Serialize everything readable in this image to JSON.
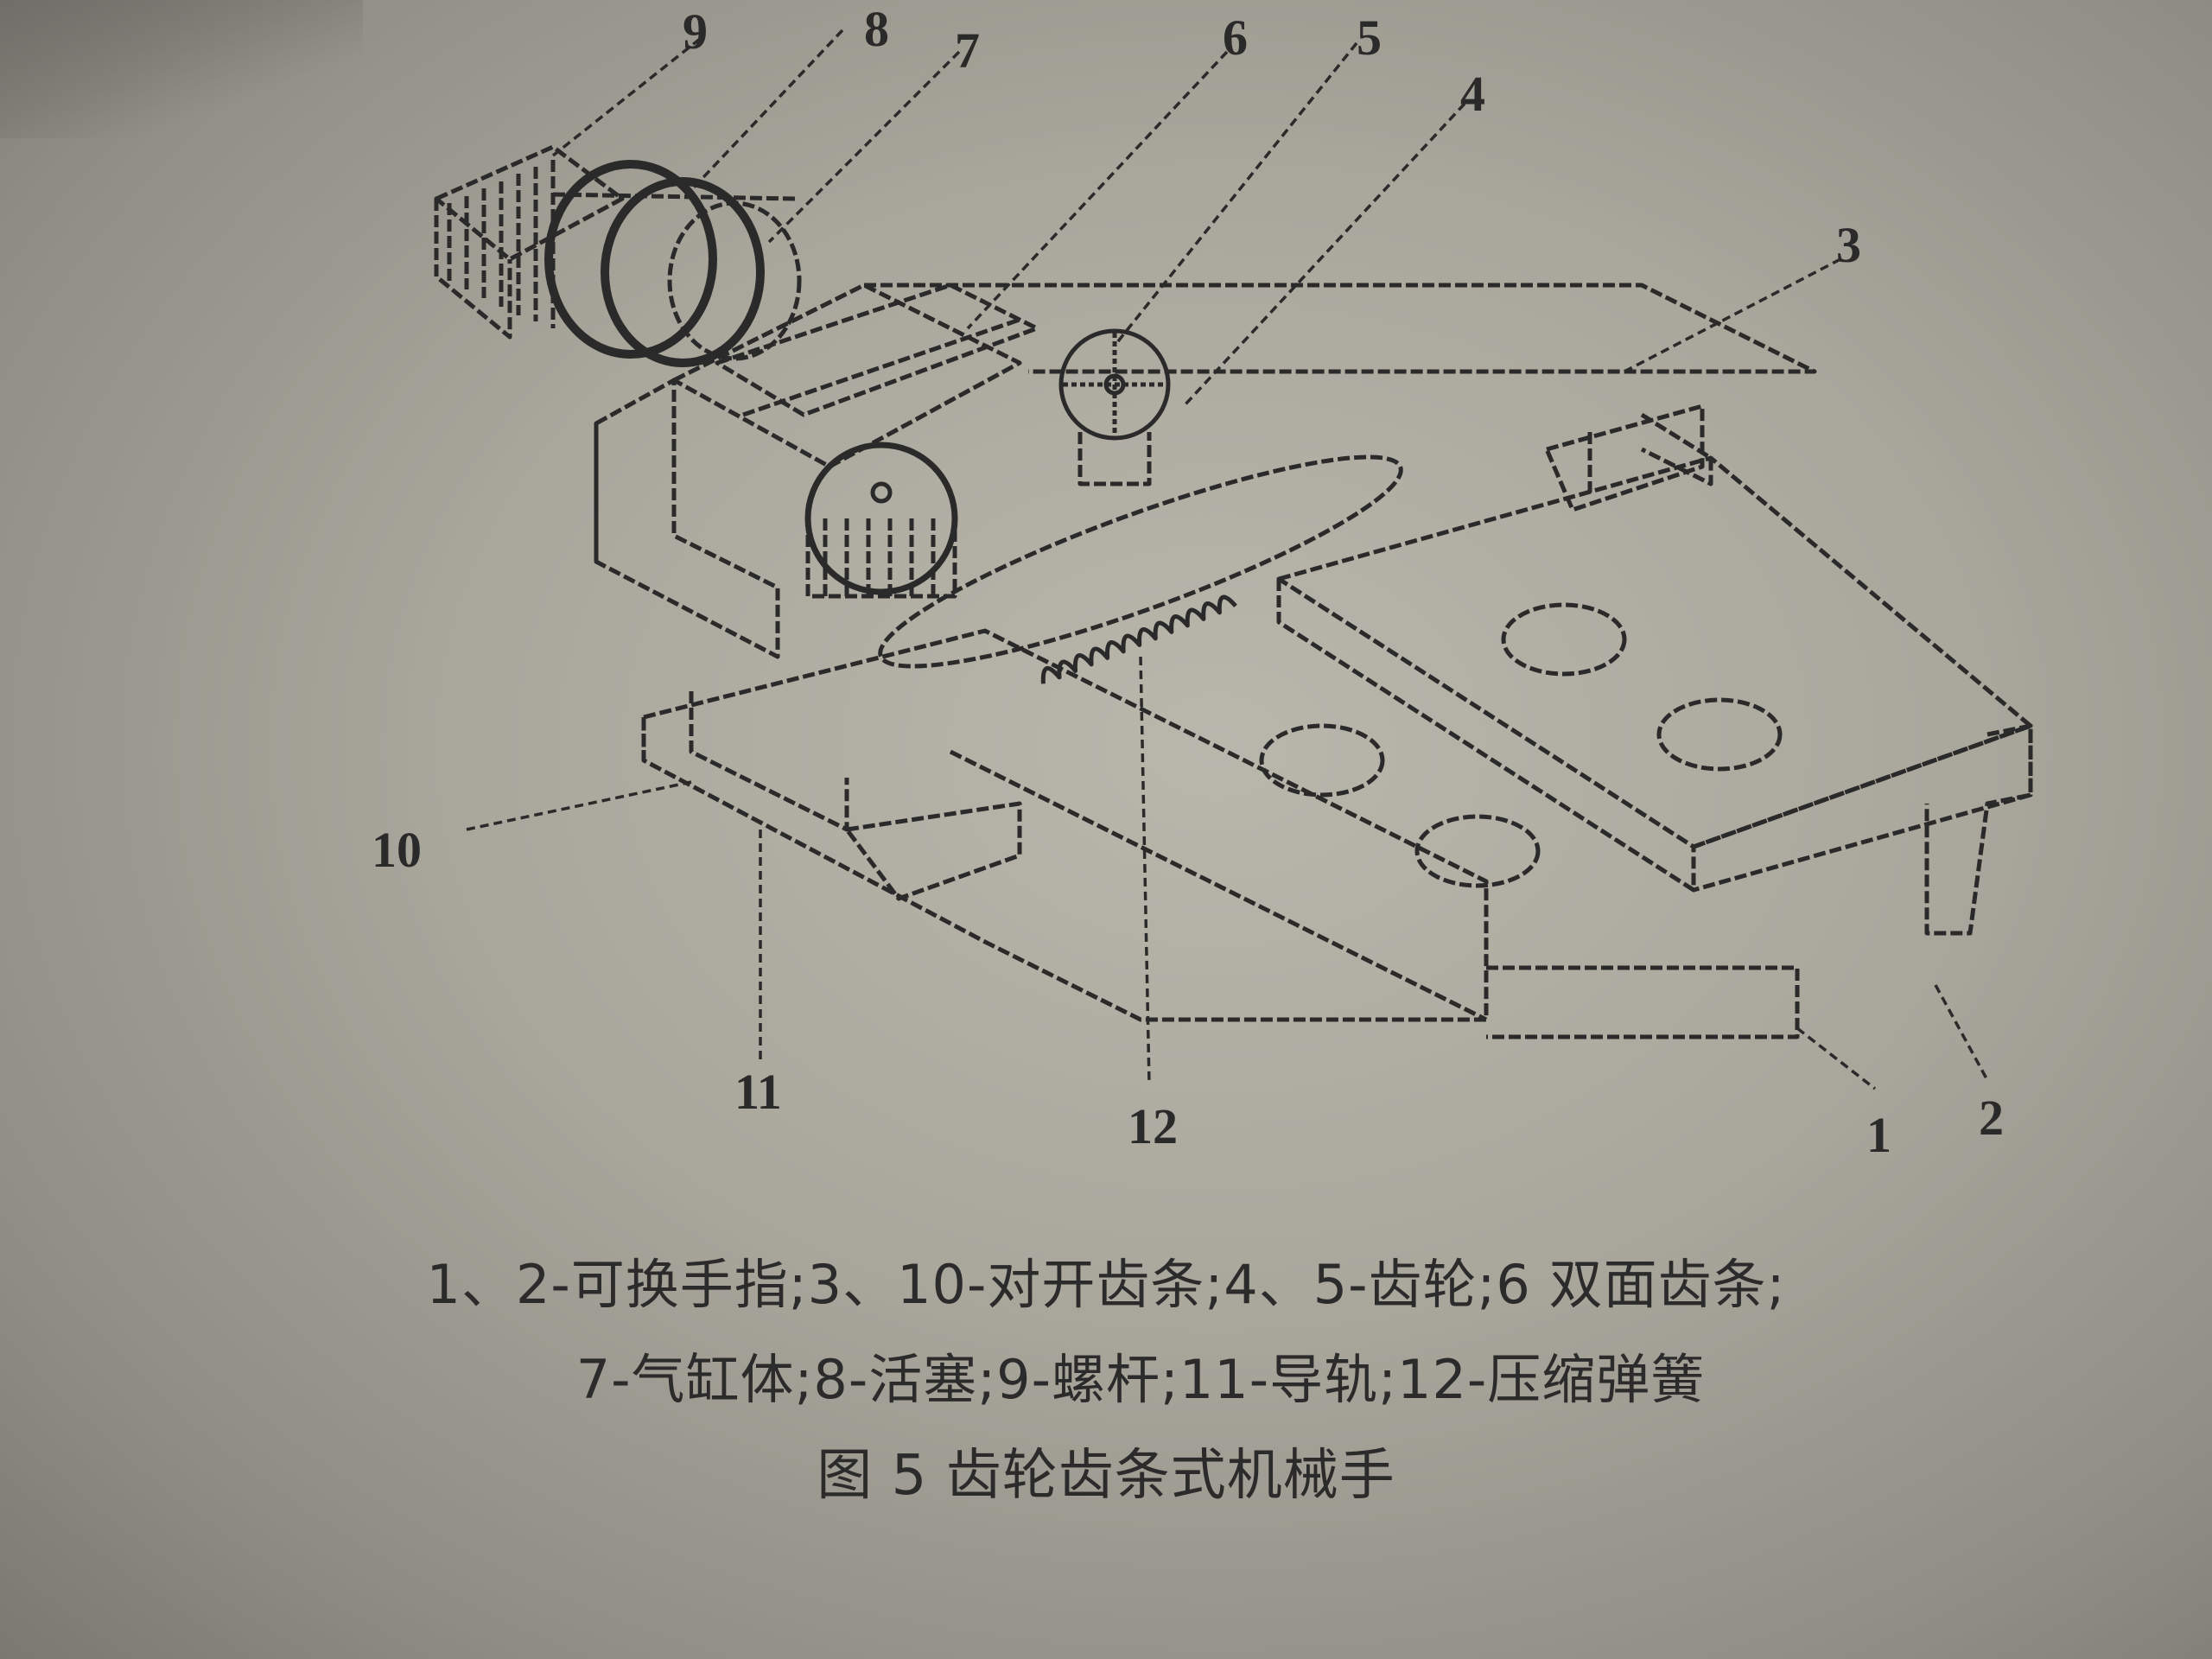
{
  "labels": {
    "n1": "1",
    "n2": "2",
    "n3": "3",
    "n4": "4",
    "n5": "5",
    "n6": "6",
    "n7": "7",
    "n8": "8",
    "n9": "9",
    "n10": "10",
    "n11": "11",
    "n12": "12"
  },
  "caption": {
    "line1": "1、2-可换手指;3、10-对开齿条;4、5-齿轮;6 双面齿条;",
    "line2": "7-气缸体;8-活塞;9-螺杆;11-导轨;12-压缩弹簧",
    "title": "图 5  齿轮齿条式机械手"
  }
}
